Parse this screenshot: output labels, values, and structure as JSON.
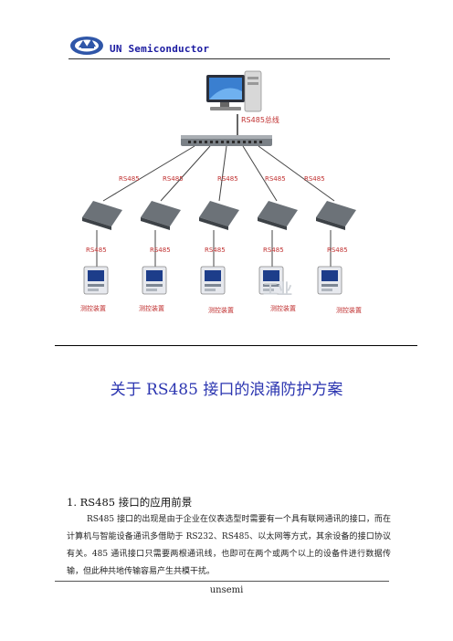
{
  "header": {
    "brand": "UN Semiconductor"
  },
  "diagram": {
    "bus_label": "RS485总线",
    "port_label": "RS485",
    "device_label": "测控装置",
    "branch_label": "RS485",
    "watermark": "工业"
  },
  "document": {
    "title": "关于 RS485 接口的浪涌防护方案",
    "section_heading": "1. RS485 接口的应用前景",
    "paragraph": "RS485 接口的出现是由于企业在仪表选型时需要有一个具有联网通讯的接口，而在计算机与智能设备通讯多借助于 RS232、RS485、以太网等方式，其余设备的接口协议有关。485 通讯接口只需要两根通讯线，也即可在两个或两个以上的设备件进行数据传输，但此种共地传输容易产生共模干扰。"
  },
  "footer": {
    "text": "unsemi"
  },
  "colors": {
    "brand": "#1a1aa0",
    "title": "#2b35b0",
    "label": "#c03030"
  }
}
